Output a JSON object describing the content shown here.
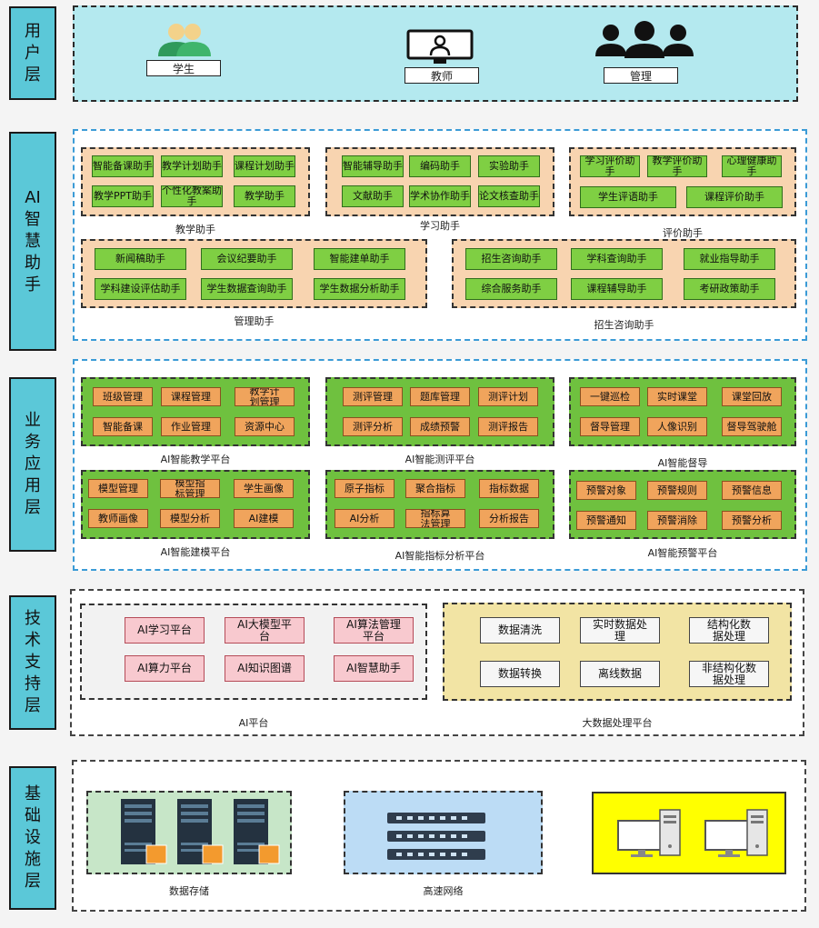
{
  "layers": {
    "user": "用户层",
    "ai": "AI智慧助手",
    "business": "业务应用层",
    "tech": "技术支持层",
    "infra": "基础设施层"
  },
  "users": [
    "学生",
    "教师",
    "管理"
  ],
  "ai_groups": {
    "teaching": {
      "title": "教学助手",
      "items": [
        "智能备课助手",
        "教学计划助手",
        "课程计划助手",
        "教学PPT助手",
        "个性化教案助手",
        "教学助手"
      ]
    },
    "learning": {
      "title": "学习助手",
      "items": [
        "智能辅导助手",
        "编码助手",
        "实验助手",
        "文献助手",
        "学术协作助手",
        "论文核查助手"
      ]
    },
    "evaluation": {
      "title": "评价助手",
      "items": [
        "学习评价助手",
        "教学评价助手",
        "心理健康助手",
        "学生评语助手",
        "课程评价助手"
      ]
    },
    "management": {
      "title": "管理助手",
      "items": [
        "新闻稿助手",
        "会议纪要助手",
        "智能建单助手",
        "学科建设评估助手",
        "学生数据查询助手",
        "学生数据分析助手"
      ]
    },
    "admission": {
      "title": "招生咨询助手",
      "items": [
        "招生咨询助手",
        "学科查询助手",
        "就业指导助手",
        "综合服务助手",
        "课程辅导助手",
        "考研政策助手"
      ]
    }
  },
  "biz_groups": {
    "teaching_platform": {
      "title": "AI智能教学平台",
      "items": [
        "班级管理",
        "课程管理",
        "教学计划管理",
        "智能备课",
        "作业管理",
        "资源中心"
      ]
    },
    "eval_platform": {
      "title": "AI智能测评平台",
      "items": [
        "测评管理",
        "题库管理",
        "测评计划",
        "测评分析",
        "成绩预警",
        "测评报告"
      ]
    },
    "supervision": {
      "title": "AI智能督导",
      "items": [
        "一键巡检",
        "实时课堂",
        "课堂回放",
        "督导管理",
        "人像识别",
        "督导驾驶舱"
      ]
    },
    "model_platform": {
      "title": "AI智能建模平台",
      "items": [
        "模型管理",
        "模型指标管理",
        "学生画像",
        "教师画像",
        "模型分析",
        "AI建模"
      ]
    },
    "indicator_platform": {
      "title": "AI智能指标分析平台",
      "items": [
        "原子指标",
        "聚合指标",
        "指标数据",
        "AI分析",
        "指标算法管理",
        "分析报告"
      ]
    },
    "warning_platform": {
      "title": "AI智能预警平台",
      "items": [
        "预警对象",
        "预警规则",
        "预警信息",
        "预警通知",
        "预警消除",
        "预警分析"
      ]
    }
  },
  "tech": {
    "ai_platform": {
      "title": "AI平台",
      "items": [
        "AI学习平台",
        "AI大模型平台",
        "AI算法管理平台",
        "AI算力平台",
        "AI知识图谱",
        "AI智慧助手"
      ]
    },
    "bigdata_platform": {
      "title": "大数据处理平台",
      "items": [
        "数据清洗",
        "实时数据处理",
        "结构化数据处理",
        "数据转换",
        "离线数据",
        "非结构化数据处理"
      ]
    }
  },
  "infra": {
    "storage": "数据存储",
    "network": "高速网络"
  },
  "colors": {
    "layer_bg": "#5bc8d8",
    "user_bg": "#b4e9ef",
    "peach": "#f8d4b0",
    "green": "#6fc13f",
    "orange": "#f0a45c",
    "pink": "#f8c9cf",
    "yellow": "#f2e4a4",
    "infra_yellow": "#ffff00"
  }
}
